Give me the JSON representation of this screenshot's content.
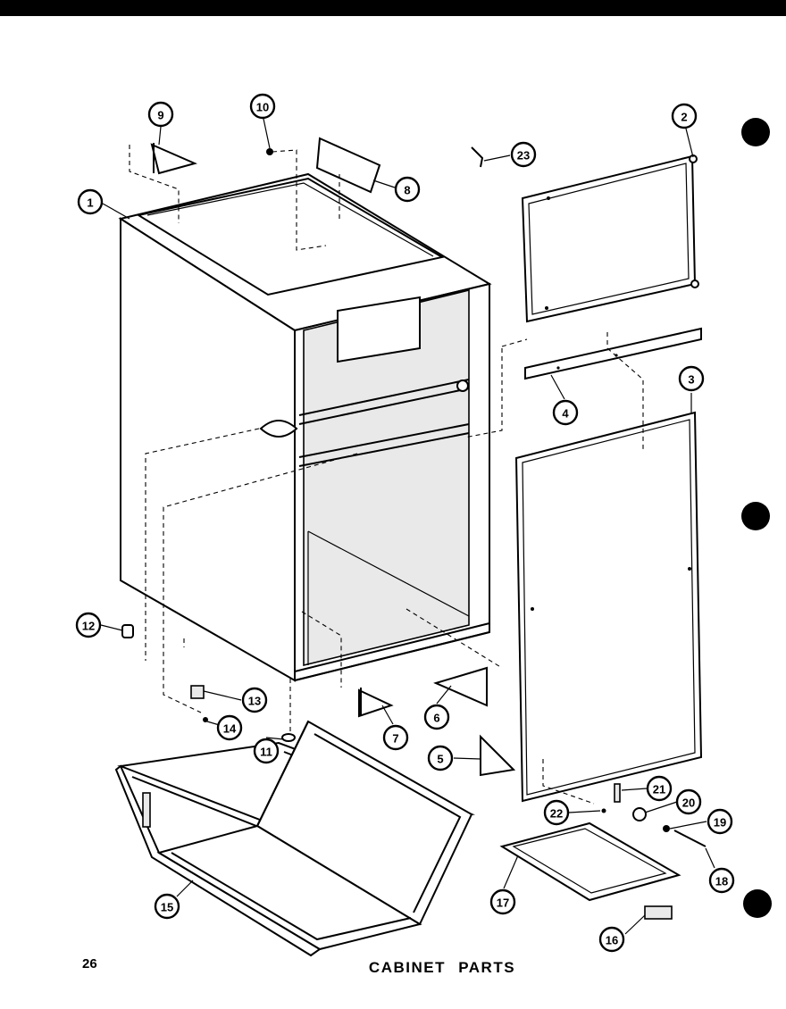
{
  "document": {
    "page_number": "26",
    "title": "CABINET PARTS"
  },
  "callouts": [
    {
      "id": "callout-1",
      "label": "1"
    },
    {
      "id": "callout-2",
      "label": "2"
    },
    {
      "id": "callout-3",
      "label": "3"
    },
    {
      "id": "callout-4",
      "label": "4"
    },
    {
      "id": "callout-5",
      "label": "5"
    },
    {
      "id": "callout-6",
      "label": "6"
    },
    {
      "id": "callout-7",
      "label": "7"
    },
    {
      "id": "callout-8",
      "label": "8"
    },
    {
      "id": "callout-9",
      "label": "9"
    },
    {
      "id": "callout-10",
      "label": "10"
    },
    {
      "id": "callout-11",
      "label": "11"
    },
    {
      "id": "callout-12",
      "label": "12"
    },
    {
      "id": "callout-13",
      "label": "13"
    },
    {
      "id": "callout-14",
      "label": "14"
    },
    {
      "id": "callout-15",
      "label": "15"
    },
    {
      "id": "callout-16",
      "label": "16"
    },
    {
      "id": "callout-17",
      "label": "17"
    },
    {
      "id": "callout-18",
      "label": "18"
    },
    {
      "id": "callout-19",
      "label": "19"
    },
    {
      "id": "callout-20",
      "label": "20"
    },
    {
      "id": "callout-21",
      "label": "21"
    },
    {
      "id": "callout-22",
      "label": "22"
    },
    {
      "id": "callout-23",
      "label": "23"
    }
  ],
  "colors": {
    "ink": "#000000",
    "paper": "#ffffff"
  }
}
